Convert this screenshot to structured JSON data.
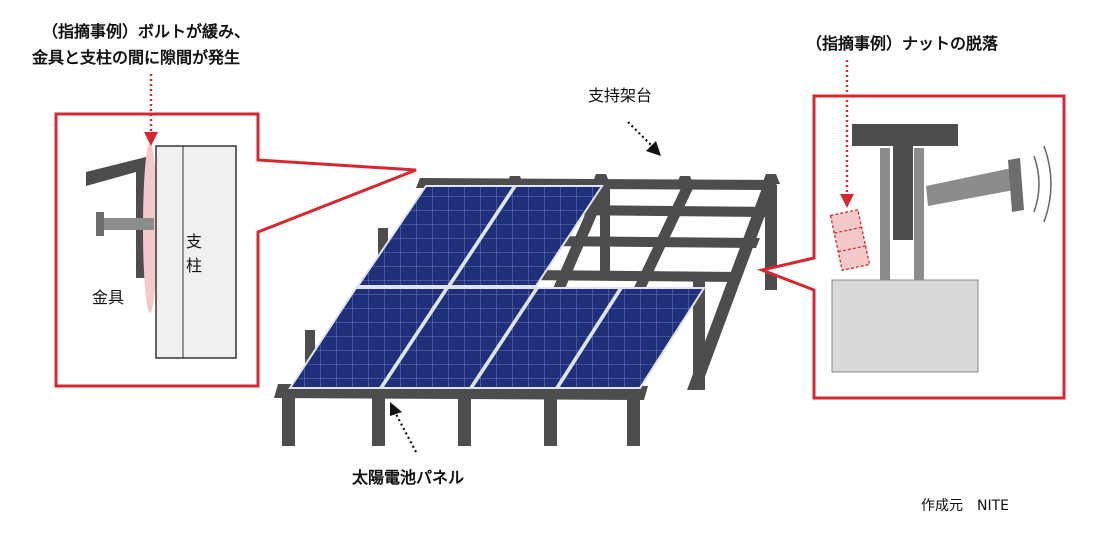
{
  "captions": {
    "left_line1": "（指摘事例）ボルトが緩み、",
    "left_line2": "金具と支柱の間に隙間が発生",
    "right": "（指摘事例）ナットの脱落"
  },
  "labels": {
    "frame": "支持架台",
    "panel": "太陽電池パネル",
    "bracket": "金具",
    "post": "支柱",
    "credit": "作成元　NITE"
  },
  "colors": {
    "callout_border": "#d8282f",
    "pointer_dotted": "#d8282f",
    "panel_cell": "#1f2f7a",
    "panel_grid": "#9aa8d8",
    "steel": "#4d4d4d",
    "post_fill": "#f0f0f0",
    "gap_highlight": "#f3c9c9",
    "block_fill": "#d9d9d9"
  }
}
